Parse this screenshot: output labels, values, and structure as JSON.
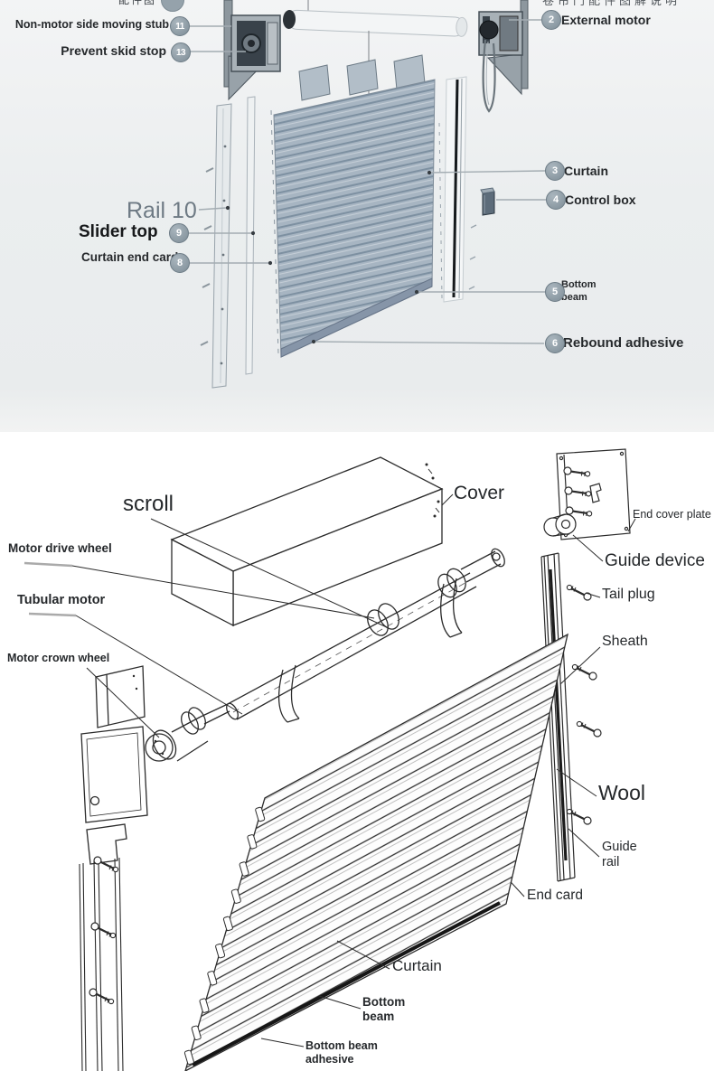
{
  "top_diagram": {
    "cropped_header_left": "配件图",
    "cropped_header_right": "卷帘门配件图解说明",
    "labels": {
      "non_motor": "Non-motor side moving stub",
      "prevent_skid": "Prevent skid stop",
      "external_motor": "External motor",
      "curtain": "Curtain",
      "control_box": "Control box",
      "bottom_beam": "Bottom beam",
      "rebound": "Rebound adhesive",
      "rail10": "Rail 10",
      "slider_top": "Slider top",
      "curtain_end_card": "Curtain end card"
    },
    "badges": {
      "b2": "2",
      "b3": "3",
      "b4": "4",
      "b5": "5",
      "b6": "6",
      "b8": "8",
      "b9": "9",
      "b11": "11",
      "b13": "13"
    },
    "colors": {
      "badge": "#8e9ca6",
      "curtain": "#a7b5c2",
      "background": "#edf0f1"
    }
  },
  "bottom_diagram": {
    "labels": {
      "scroll": "scroll",
      "cover": "Cover",
      "end_cover_plate": "End cover plate",
      "guide_device": "Guide device",
      "tail_plug": "Tail plug",
      "sheath": "Sheath",
      "motor_drive_wheel": "Motor drive wheel",
      "tubular_motor": "Tubular motor",
      "motor_crown_wheel": "Motor crown wheel",
      "wool": "Wool",
      "guide_rail": "Guide rail",
      "end_card": "End card",
      "curtain": "Curtain",
      "bottom_beam": "Bottom beam",
      "bottom_beam_adhesive": "Bottom beam adhesive"
    },
    "colors": {
      "line": "#2b2b2b",
      "background": "#ffffff"
    }
  }
}
